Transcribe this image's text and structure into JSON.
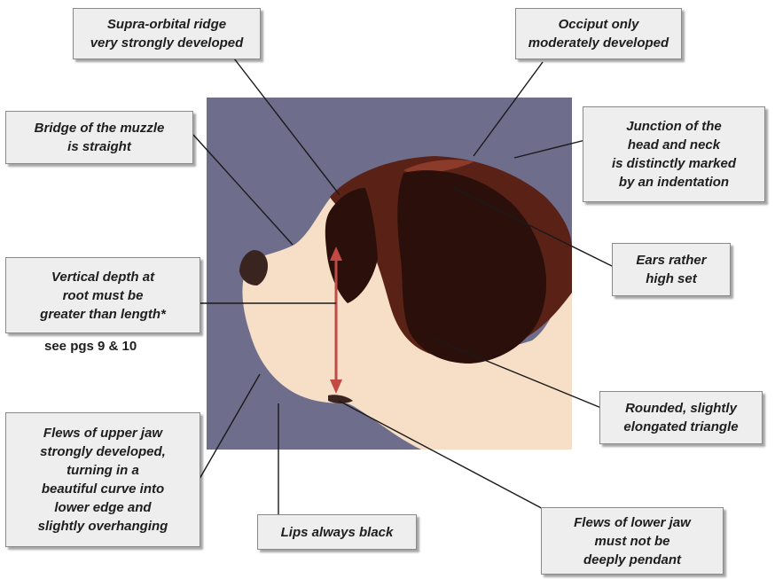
{
  "labels": {
    "supra_orbital": "Supra-orbital ridge\nvery strongly developed",
    "occiput": "Occiput only\nmoderately developed",
    "muzzle_bridge": "Bridge of the muzzle\nis straight",
    "junction": "Junction of the\nhead and neck\nis distinctly marked\nby an indentation",
    "ears": "Ears rather\nhigh set",
    "vertical_depth": "Vertical depth at\nroot must be\ngreater than length*",
    "see_pages": "see pgs  9 & 10",
    "triangle": "Rounded, slightly\nelongated triangle",
    "upper_flews": "Flews of upper jaw\nstrongly developed,\nturning in a\nbeautiful curve into\nlower edge and\nslightly overhanging",
    "lips": "Lips always black",
    "lower_flews": "Flews  of lower jaw\nmust not be\ndeeply pendant"
  },
  "colors": {
    "background_panel": "#6e6d8c",
    "fur_white": "#f6dfc6",
    "fur_brown": "#5a2216",
    "fur_dark": "#2a0f0a",
    "nose": "#3a2420",
    "arrow": "#c24a45",
    "label_fill": "#eeeeee"
  }
}
